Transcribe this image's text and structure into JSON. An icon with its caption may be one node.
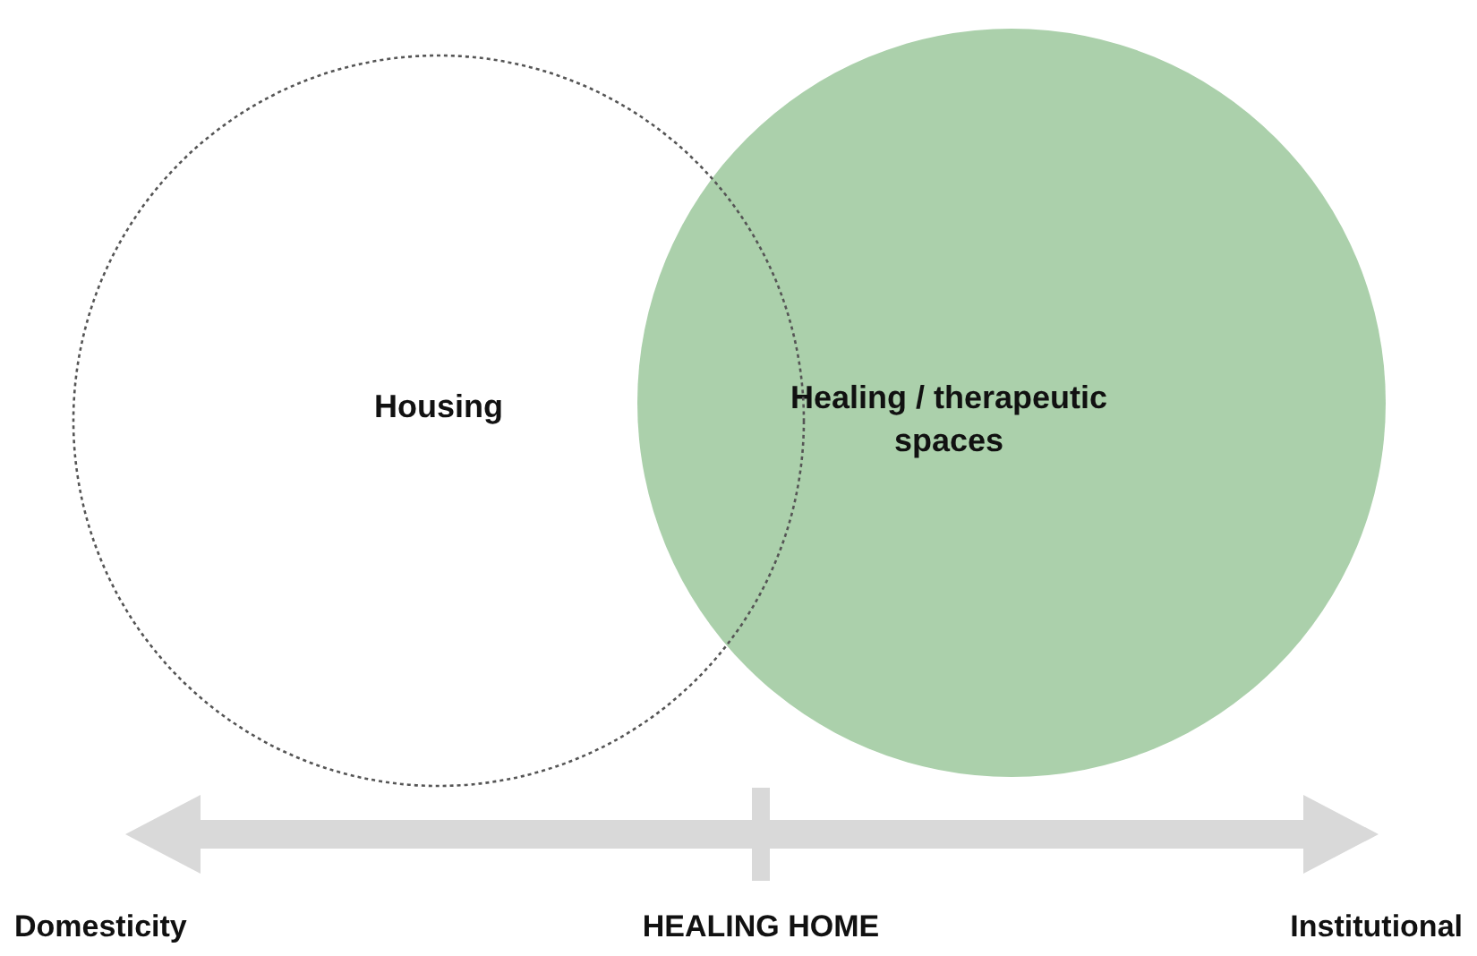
{
  "diagram": {
    "nodes": [
      {
        "text": [
          "Housing"
        ]
      },
      {
        "text": [
          "Healing / therapeutic spaces"
        ]
      }
    ],
    "labels": [
      "Domesticity",
      "HEALING HOME",
      "Institutional"
    ]
  }
}
